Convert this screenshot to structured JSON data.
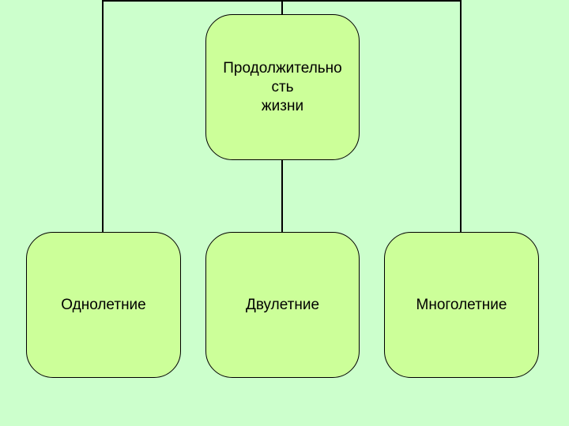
{
  "diagram": {
    "root": {
      "label": "Продолжительно\nсть\nжизни"
    },
    "children": [
      {
        "label": "Однолетние"
      },
      {
        "label": "Двулетние"
      },
      {
        "label": "Многолетние"
      }
    ]
  },
  "colors": {
    "background": "#ccffcc",
    "node_fill": "#ccff99",
    "line": "#000000"
  }
}
